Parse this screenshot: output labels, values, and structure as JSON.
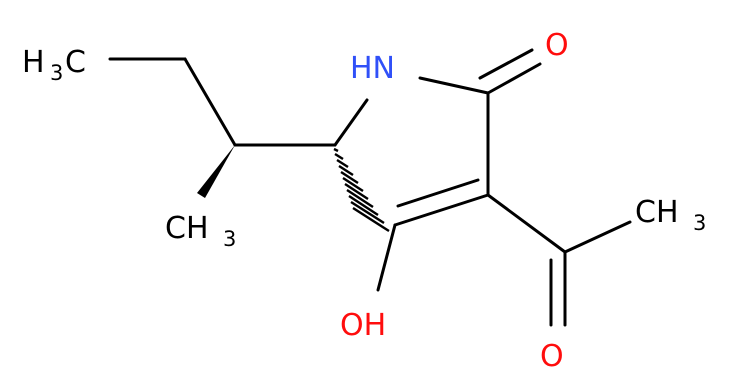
{
  "colors": {
    "bond": "#000000",
    "oxygen": "#FF0D0D",
    "nitrogen": "#3050F8",
    "carbon": "#000000",
    "background": "#FFFFFF"
  },
  "labels": {
    "methyl_left_h": "H",
    "methyl_left_sub": "3",
    "methyl_left_c": "C",
    "nh": "HN",
    "carbonyl_o": "O",
    "methyl_right_c": "CH",
    "methyl_right_sub": "3",
    "methyl_down_c": "CH",
    "methyl_down_sub": "3",
    "hydroxyl": "OH",
    "acetyl_o": "O"
  }
}
